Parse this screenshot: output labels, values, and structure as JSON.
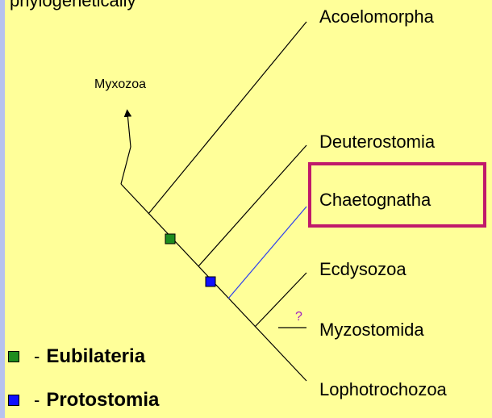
{
  "top_text": "phylogenetically",
  "nodes": {
    "myxozoa": "Myxozoa",
    "acoelomorpha": "Acoelomorpha",
    "deuterostomia": "Deuterostomia",
    "chaetognatha": "Chaetognatha",
    "ecdysozoa": "Ecdysozoa",
    "myzostomida": "Myzostomida",
    "lophotrochozoa": "Lophotrochozoa"
  },
  "uncertain_mark": "?",
  "legend": [
    {
      "dash": "-",
      "label": "Eubilateria",
      "color": "#1e8c1e"
    },
    {
      "dash": "-",
      "label": "Protostomia",
      "color": "#1010ff"
    }
  ],
  "colors": {
    "background": "#ffff99",
    "highlight_border": "#c0196b",
    "chaetognatha_branch": "#2a3df0",
    "eubilateria_marker": "#1e8c1e",
    "protostomia_marker": "#1010ff"
  }
}
